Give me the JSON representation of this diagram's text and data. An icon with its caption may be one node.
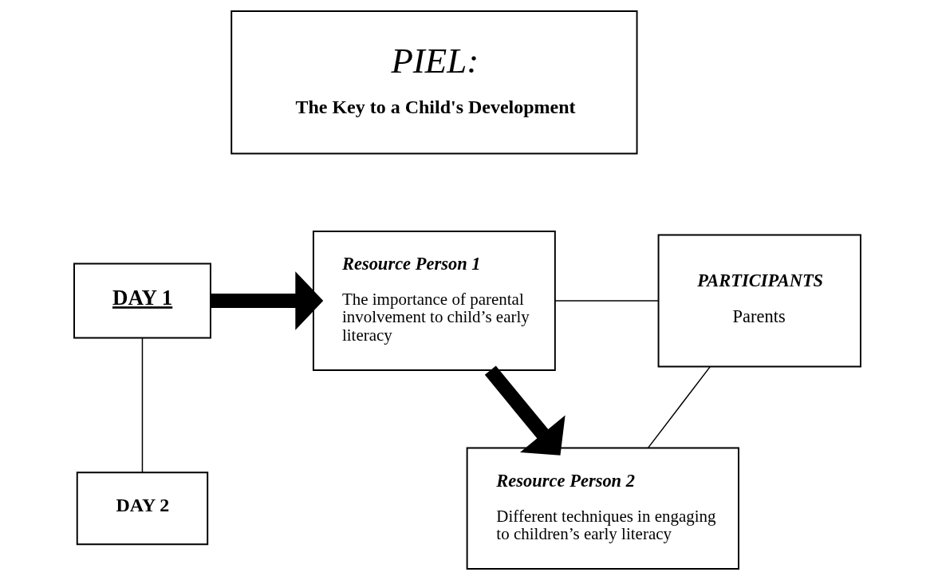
{
  "diagram": {
    "nodes": [
      {
        "text": [
          "PIEL:",
          "The Key to a Child's Development"
        ]
      },
      {
        "text": [
          "DAY 1"
        ]
      },
      {
        "text": [
          "Resource Person 1",
          "The importance of parental involvement to child’s early literacy"
        ]
      },
      {
        "text": [
          "PARTICIPANTS",
          "Parents"
        ]
      },
      {
        "text": [
          "DAY 2"
        ]
      },
      {
        "text": [
          "Resource Person 2",
          "Different techniques in engaging to children’s early literacy"
        ]
      }
    ],
    "edges": [
      {
        "from": 1,
        "to": 2,
        "arrow": "to",
        "style": "thick"
      },
      {
        "from": 2,
        "to": 5,
        "arrow": "to",
        "style": "thick"
      },
      {
        "from": 1,
        "to": 4,
        "arrow": "none"
      },
      {
        "from": 2,
        "to": 3,
        "arrow": "none"
      },
      {
        "from": 5,
        "to": 3,
        "arrow": "none"
      }
    ]
  }
}
